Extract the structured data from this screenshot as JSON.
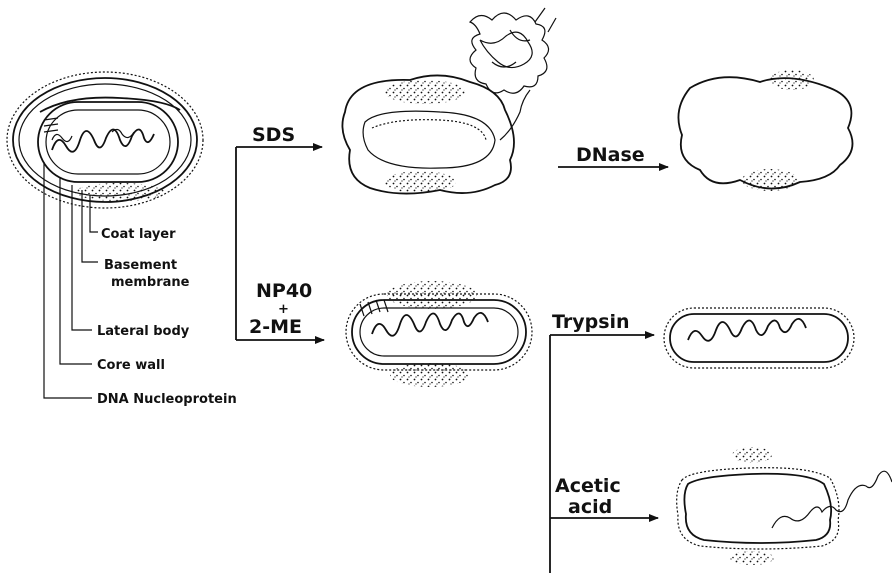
{
  "labels": {
    "coat_layer": "Coat layer",
    "basement_membrane_1": "Basement",
    "basement_membrane_2": "membrane",
    "lateral_body": "Lateral body",
    "core_wall": "Core wall",
    "dna_nucleoprotein": "DNA Nucleoprotein"
  },
  "treatments": {
    "sds": "SDS",
    "np40_1": "NP40",
    "np40_plus": "+",
    "np40_2": "2-ME",
    "dnase": "DNase",
    "trypsin": "Trypsin",
    "acetic_1": "Acetic",
    "acetic_2": "acid"
  },
  "colors": {
    "ink": "#111111",
    "background": "#ffffff"
  }
}
